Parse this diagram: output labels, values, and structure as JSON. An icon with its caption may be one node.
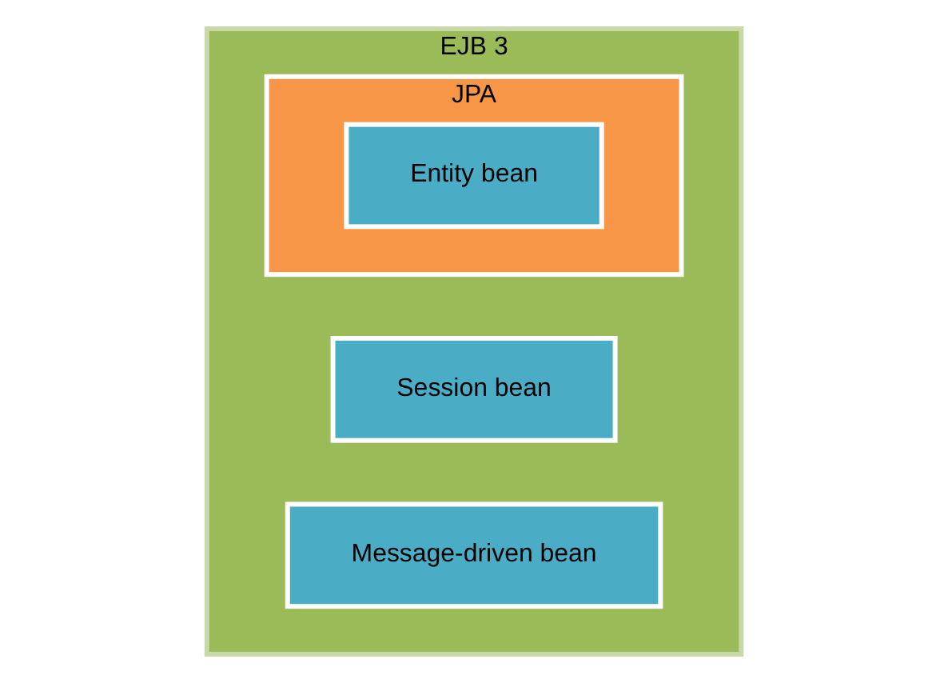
{
  "diagram": {
    "nodes": [
      {
        "text": [
          "EJB 3"
        ]
      },
      {
        "text": [
          "Session bean"
        ],
        "in": 0
      },
      {
        "text": [
          "Message-driven bean"
        ],
        "in": 0
      },
      {
        "text": [
          "JPA"
        ],
        "in": 0
      },
      {
        "text": [
          "Entity bean"
        ],
        "in": 3
      }
    ]
  }
}
